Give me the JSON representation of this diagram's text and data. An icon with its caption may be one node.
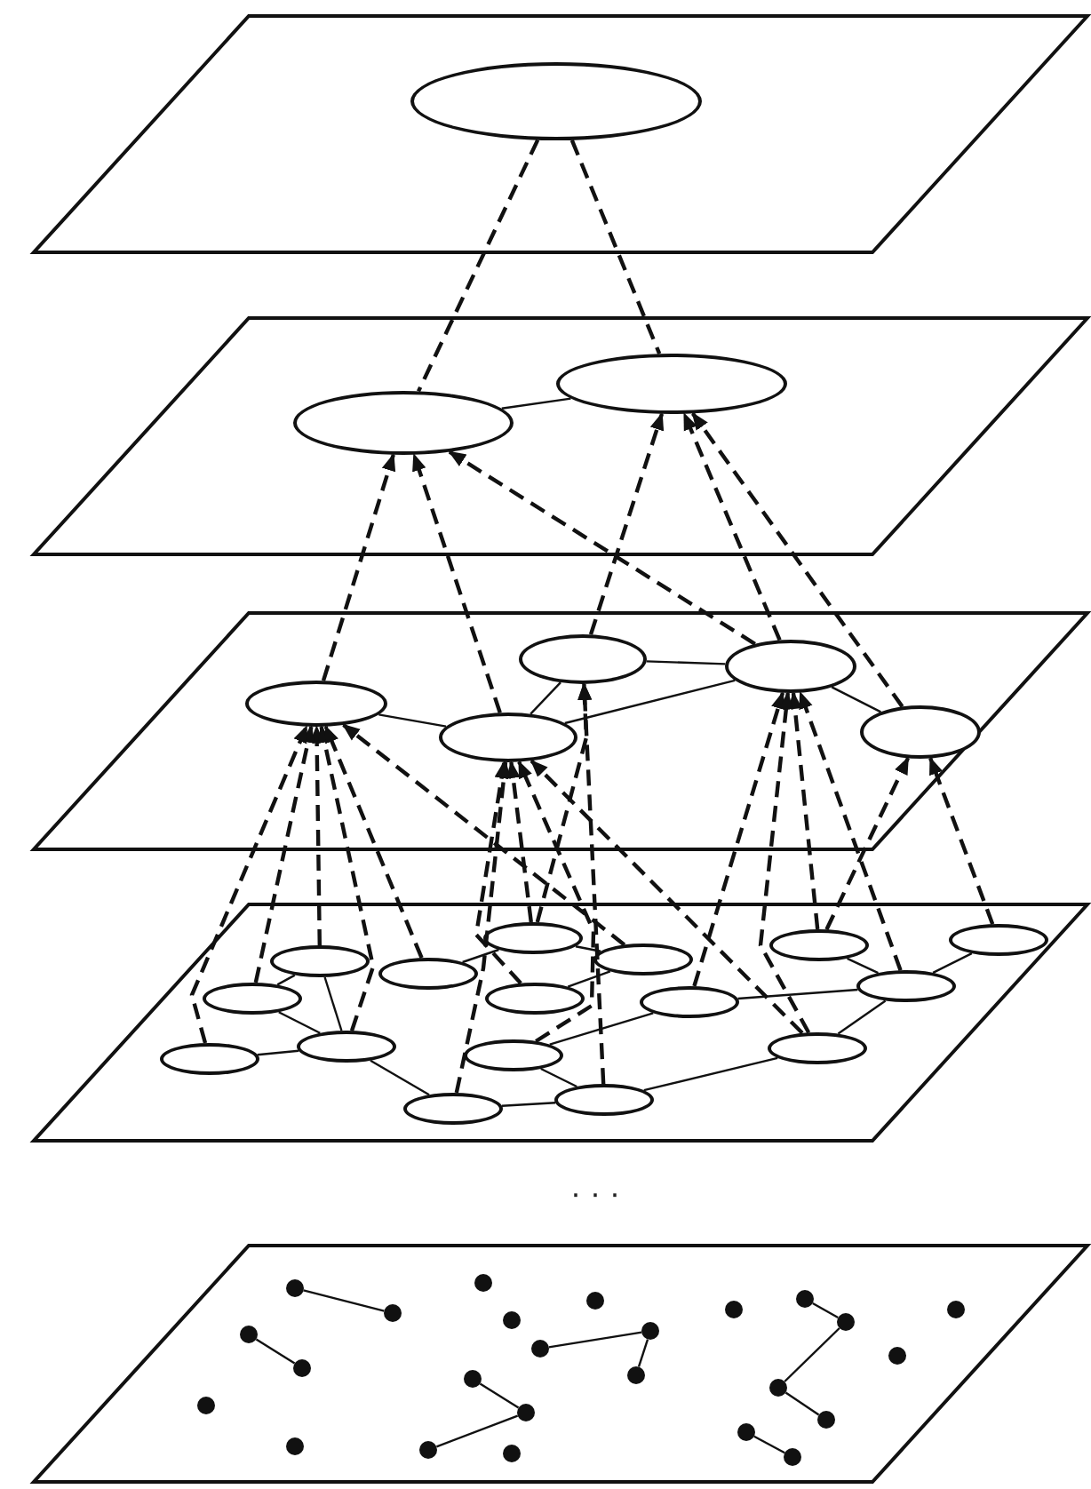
{
  "diagram": {
    "nodes": [
      {
        "text": [],
        "shape": "parallelogram"
      },
      {
        "text": [],
        "shape": "ellipse",
        "in": 0
      },
      {
        "text": [],
        "shape": "parallelogram"
      },
      {
        "text": [],
        "shape": "ellipse",
        "in": 2
      },
      {
        "text": [],
        "shape": "ellipse",
        "in": 2
      },
      {
        "text": [],
        "shape": "parallelogram"
      },
      {
        "text": [],
        "shape": "ellipse",
        "in": 5
      },
      {
        "text": [],
        "shape": "ellipse",
        "in": 5
      },
      {
        "text": [],
        "shape": "ellipse",
        "in": 5
      },
      {
        "text": [],
        "shape": "ellipse",
        "in": 5
      },
      {
        "text": [],
        "shape": "ellipse",
        "in": 5
      },
      {
        "text": [],
        "shape": "parallelogram"
      },
      {
        "text": [],
        "shape": "ellipse",
        "in": 11
      },
      {
        "text": [],
        "shape": "ellipse",
        "in": 11
      },
      {
        "text": [],
        "shape": "ellipse",
        "in": 11
      },
      {
        "text": [],
        "shape": "ellipse",
        "in": 11
      },
      {
        "text": [],
        "shape": "ellipse",
        "in": 11
      },
      {
        "text": [],
        "shape": "ellipse",
        "in": 11
      },
      {
        "text": [],
        "shape": "ellipse",
        "in": 11
      },
      {
        "text": [],
        "shape": "ellipse",
        "in": 11
      },
      {
        "text": [],
        "shape": "ellipse",
        "in": 11
      },
      {
        "text": [],
        "shape": "ellipse",
        "in": 11
      },
      {
        "text": [],
        "shape": "ellipse",
        "in": 11
      },
      {
        "text": [],
        "shape": "ellipse",
        "in": 11
      },
      {
        "text": [],
        "shape": "ellipse",
        "in": 11
      },
      {
        "text": [],
        "shape": "ellipse",
        "in": 11
      },
      {
        "text": [],
        "shape": "ellipse",
        "in": 11
      },
      {
        "text": [],
        "shape": "ellipse",
        "in": 11
      },
      {
        "text": [],
        "shape": "parallelogram"
      },
      {
        "text": [],
        "shape": "circle",
        "in": 28
      },
      {
        "text": [],
        "shape": "circle",
        "in": 28
      },
      {
        "text": [],
        "shape": "circle",
        "in": 28
      },
      {
        "text": [],
        "shape": "circle",
        "in": 28
      },
      {
        "text": [],
        "shape": "circle",
        "in": 28
      },
      {
        "text": [],
        "shape": "circle",
        "in": 28
      },
      {
        "text": [],
        "shape": "circle",
        "in": 28
      },
      {
        "text": [],
        "shape": "circle",
        "in": 28
      },
      {
        "text": [],
        "shape": "circle",
        "in": 28
      },
      {
        "text": [],
        "shape": "circle",
        "in": 28
      },
      {
        "text": [],
        "shape": "circle",
        "in": 28
      },
      {
        "text": [],
        "shape": "circle",
        "in": 28
      },
      {
        "text": [],
        "shape": "circle",
        "in": 28
      },
      {
        "text": [],
        "shape": "circle",
        "in": 28
      },
      {
        "text": [],
        "shape": "circle",
        "in": 28
      },
      {
        "text": [],
        "shape": "circle",
        "in": 28
      },
      {
        "text": [],
        "shape": "circle",
        "in": 28
      },
      {
        "text": [],
        "shape": "circle",
        "in": 28
      },
      {
        "text": [],
        "shape": "circle",
        "in": 28
      },
      {
        "text": [],
        "shape": "circle",
        "in": 28
      },
      {
        "text": [],
        "shape": "circle",
        "in": 28
      },
      {
        "text": [],
        "shape": "circle",
        "in": 28
      },
      {
        "text": [],
        "shape": "circle",
        "in": 28
      },
      {
        "text": [],
        "shape": "circle",
        "in": 28
      },
      {
        "text": [],
        "shape": "circle",
        "in": 28
      }
    ],
    "edges": [
      {
        "from": 1,
        "to": 3,
        "arrow": "none",
        "style": "dashed"
      },
      {
        "from": 1,
        "to": 4,
        "arrow": "none",
        "style": "dashed"
      },
      {
        "from": 3,
        "to": 4,
        "arrow": "none"
      },
      {
        "from": 6,
        "to": 7,
        "arrow": "none"
      },
      {
        "from": 7,
        "to": 8,
        "arrow": "none"
      },
      {
        "from": 7,
        "to": 9,
        "arrow": "none"
      },
      {
        "from": 8,
        "to": 9,
        "arrow": "none"
      },
      {
        "from": 9,
        "to": 10,
        "arrow": "none"
      },
      {
        "from": 6,
        "to": 3,
        "arrow": "to",
        "style": "dashed"
      },
      {
        "from": 7,
        "to": 3,
        "arrow": "to",
        "style": "dashed"
      },
      {
        "from": 9,
        "to": 3,
        "arrow": "to",
        "style": "dashed"
      },
      {
        "from": 8,
        "to": 4,
        "arrow": "to",
        "style": "dashed"
      },
      {
        "from": 9,
        "to": 4,
        "arrow": "to",
        "style": "dashed"
      },
      {
        "from": 10,
        "to": 4,
        "arrow": "to",
        "style": "dashed"
      },
      {
        "from": 12,
        "to": 6,
        "arrow": "to",
        "style": "dashed"
      },
      {
        "from": 13,
        "to": 6,
        "arrow": "to",
        "style": "dashed"
      },
      {
        "from": 14,
        "to": 6,
        "arrow": "to",
        "style": "dashed"
      },
      {
        "from": 15,
        "to": 6,
        "arrow": "to",
        "style": "dashed"
      },
      {
        "from": 16,
        "to": 6,
        "arrow": "to",
        "style": "dashed"
      },
      {
        "from": 19,
        "to": 6,
        "arrow": "to",
        "style": "dashed"
      },
      {
        "from": 17,
        "to": 7,
        "arrow": "to",
        "style": "dashed"
      },
      {
        "from": 18,
        "to": 7,
        "arrow": "to",
        "style": "dashed"
      },
      {
        "from": 20,
        "to": 7,
        "arrow": "to",
        "style": "dashed"
      },
      {
        "from": 21,
        "to": 7,
        "arrow": "to",
        "style": "dashed"
      },
      {
        "from": 27,
        "to": 7,
        "arrow": "to",
        "style": "dashed"
      },
      {
        "from": 17,
        "to": 8,
        "arrow": "to",
        "style": "dashed"
      },
      {
        "from": 22,
        "to": 8,
        "arrow": "to",
        "style": "dashed"
      },
      {
        "from": 23,
        "to": 9,
        "arrow": "to",
        "style": "dashed"
      },
      {
        "from": 24,
        "to": 9,
        "arrow": "to",
        "style": "dashed"
      },
      {
        "from": 27,
        "to": 9,
        "arrow": "to",
        "style": "dashed"
      },
      {
        "from": 25,
        "to": 9,
        "arrow": "to",
        "style": "dashed"
      },
      {
        "from": 24,
        "to": 10,
        "arrow": "to",
        "style": "dashed"
      },
      {
        "from": 26,
        "to": 10,
        "arrow": "to",
        "style": "dashed"
      },
      {
        "from": 13,
        "to": 12,
        "arrow": "none"
      },
      {
        "from": 13,
        "to": 15,
        "arrow": "none"
      },
      {
        "from": 12,
        "to": 15,
        "arrow": "none"
      },
      {
        "from": 14,
        "to": 15,
        "arrow": "none"
      },
      {
        "from": 15,
        "to": 21,
        "arrow": "none"
      },
      {
        "from": 16,
        "to": 17,
        "arrow": "none"
      },
      {
        "from": 17,
        "to": 19,
        "arrow": "none"
      },
      {
        "from": 18,
        "to": 19,
        "arrow": "none"
      },
      {
        "from": 20,
        "to": 23,
        "arrow": "none"
      },
      {
        "from": 21,
        "to": 22,
        "arrow": "none"
      },
      {
        "from": 20,
        "to": 22,
        "arrow": "none"
      },
      {
        "from": 22,
        "to": 27,
        "arrow": "none"
      },
      {
        "from": 23,
        "to": 25,
        "arrow": "none"
      },
      {
        "from": 27,
        "to": 25,
        "arrow": "none"
      },
      {
        "from": 24,
        "to": 25,
        "arrow": "none"
      },
      {
        "from": 25,
        "to": 26,
        "arrow": "none"
      },
      {
        "from": 29,
        "to": 30,
        "arrow": "none"
      },
      {
        "from": 31,
        "to": 32,
        "arrow": "none"
      },
      {
        "from": 38,
        "to": 39,
        "arrow": "none"
      },
      {
        "from": 39,
        "to": 40,
        "arrow": "none"
      },
      {
        "from": 41,
        "to": 42,
        "arrow": "none"
      },
      {
        "from": 42,
        "to": 43,
        "arrow": "none"
      },
      {
        "from": 46,
        "to": 47,
        "arrow": "none"
      },
      {
        "from": 47,
        "to": 49,
        "arrow": "none"
      },
      {
        "from": 49,
        "to": 50,
        "arrow": "none"
      },
      {
        "from": 51,
        "to": 52,
        "arrow": "none"
      }
    ],
    "labels": [
      "· · ·"
    ]
  }
}
